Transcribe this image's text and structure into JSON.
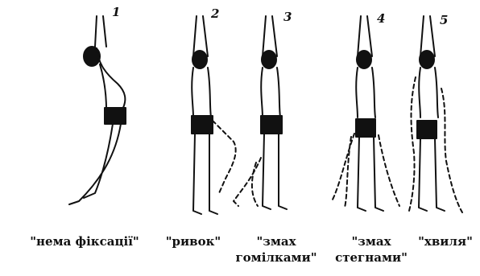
{
  "figures": [
    {
      "number": "1",
      "caption_lines": [
        "\"нема фіксації\""
      ]
    },
    {
      "number": "2",
      "caption_lines": [
        "\"ривок\""
      ]
    },
    {
      "number": "3",
      "caption_lines": [
        "\"змах",
        "гомілками\""
      ]
    },
    {
      "number": "4",
      "caption_lines": [
        "\"змах",
        "стегнами\""
      ]
    },
    {
      "number": "5",
      "caption_lines": [
        "\"хвиля\""
      ]
    }
  ],
  "colors": {
    "ink": "#111111",
    "paper": "#ffffff"
  }
}
